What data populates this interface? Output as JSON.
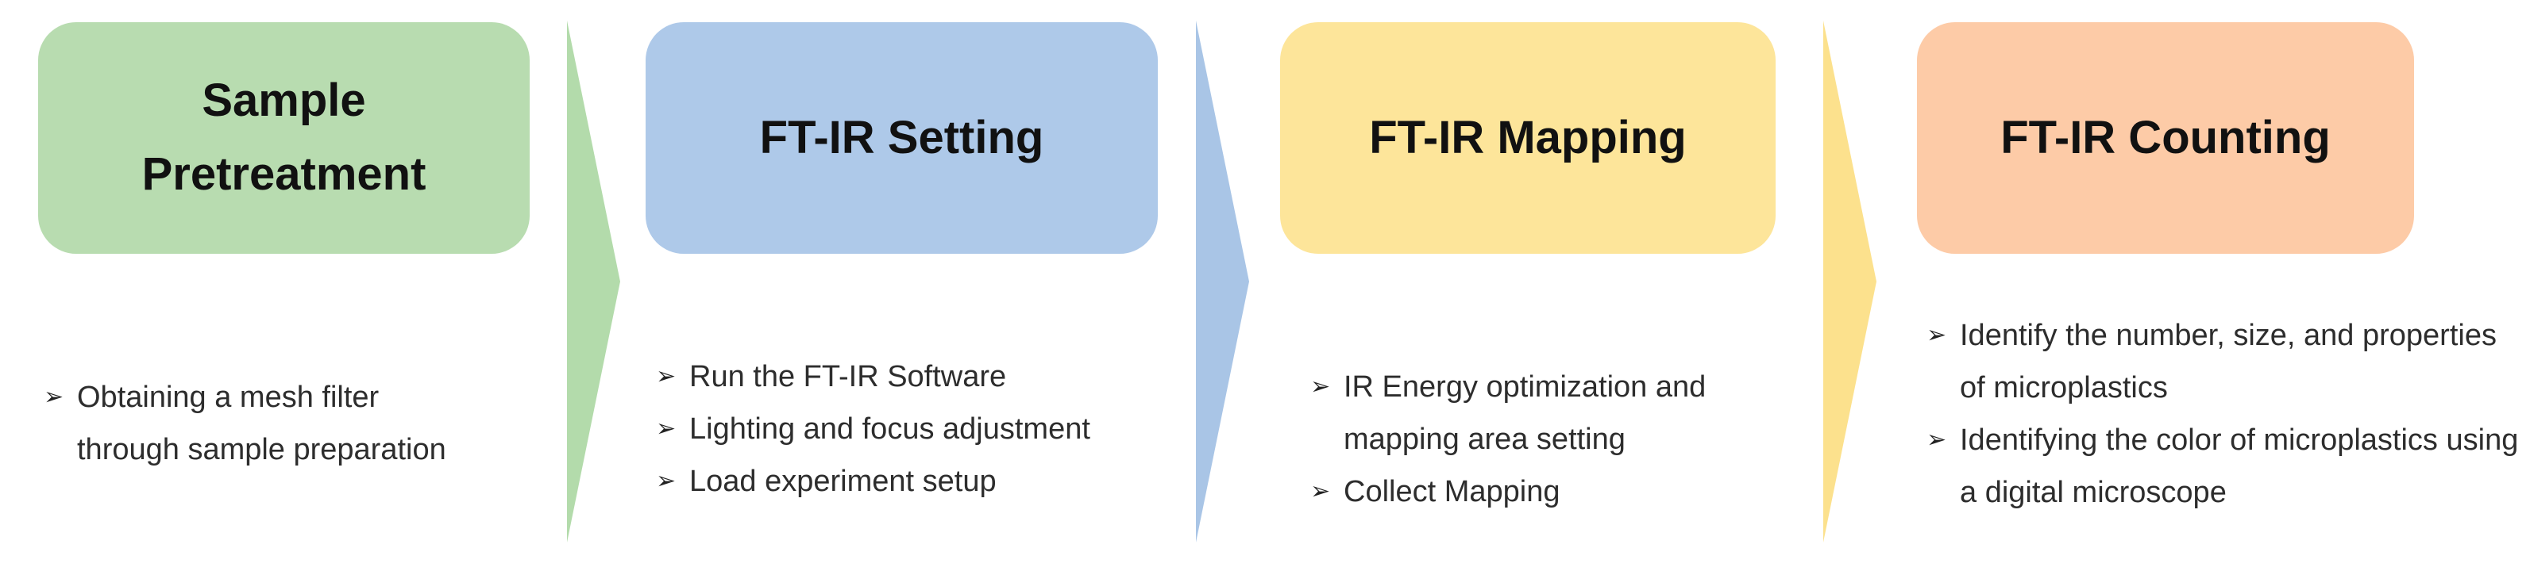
{
  "marker": "➢",
  "steps": [
    {
      "title": "Sample Pretreatment",
      "color": "#b8dcb0",
      "bullets": [
        "Obtaining a mesh filter through sample preparation"
      ]
    },
    {
      "title": "FT-IR Setting",
      "color": "#aec9e9",
      "bullets": [
        "Run the FT-IR Software",
        "Lighting and focus adjustment",
        "Load experiment setup"
      ]
    },
    {
      "title": "FT-IR Mapping",
      "color": "#fde59a",
      "bullets": [
        "IR Energy optimization and mapping area setting",
        "Collect Mapping"
      ]
    },
    {
      "title": "FT-IR Counting",
      "color": "#fdcba7",
      "bullets": [
        "Identify the number, size, and properties of microplastics",
        "Identifying the color of microplastics using a digital microscope"
      ]
    }
  ],
  "arrows": [
    {
      "color": "#b3dbab"
    },
    {
      "color": "#a9c5e6"
    },
    {
      "color": "#fce18d"
    }
  ],
  "text_colors": {
    "title": "#111111",
    "bullet": "#2d2d2d"
  }
}
